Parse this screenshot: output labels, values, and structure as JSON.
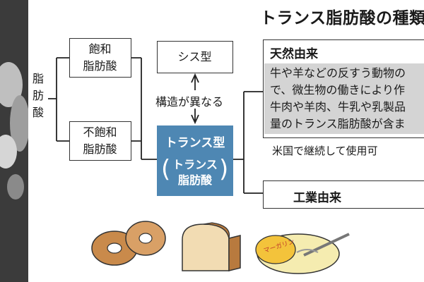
{
  "title": "トランス脂肪酸の種類",
  "root_label": "脂肪酸",
  "saturated": [
    "飽和",
    "脂肪酸"
  ],
  "unsaturated": [
    "不飽和",
    "脂肪酸"
  ],
  "cis": "シス型",
  "structure_note": "構造が異なる",
  "trans": {
    "line1": "トランス型",
    "line2": "トランス",
    "line3": "脂肪酸"
  },
  "natural": {
    "heading": "天然由来",
    "text_lines": [
      "牛や羊などの反すう動物の",
      "で、微生物の働きにより作",
      "牛肉や羊肉、牛乳や乳製品",
      "量のトランス脂肪酸が含ま"
    ],
    "note": "米国で継続して使用可"
  },
  "industrial": {
    "heading": "工業由来"
  },
  "margarine_label": "マーガリン",
  "colors": {
    "trans_box": "#4e87b3",
    "natural_bg": "#d4d4d4",
    "line": "#222222"
  }
}
